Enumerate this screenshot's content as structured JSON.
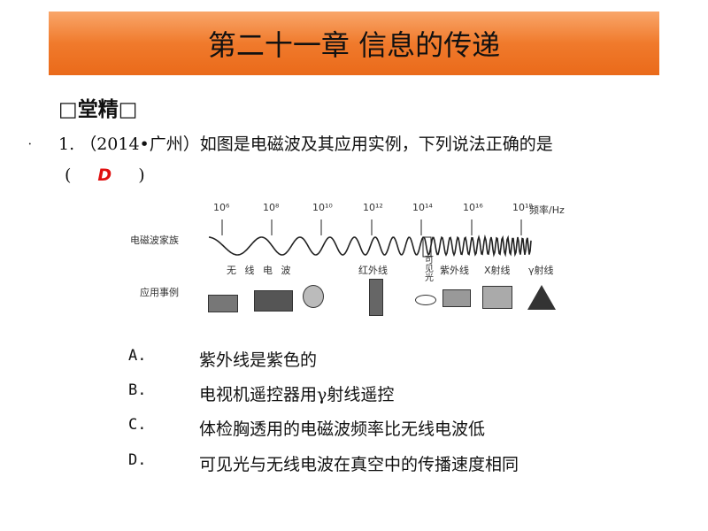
{
  "header": {
    "title": "第二十一章 信息的传递"
  },
  "section": {
    "title": "□堂精□"
  },
  "question": {
    "number": "1.",
    "text": "（2014•广州）如图是电磁波及其应用实例，下列说法正确的是",
    "paren_open": "(",
    "answer": "D",
    "paren_close": ")"
  },
  "diagram": {
    "freq_labels": [
      "10⁶",
      "10⁸",
      "10¹⁰",
      "10¹²",
      "10¹⁴",
      "10¹⁶",
      "10¹⁸"
    ],
    "freq_unit": "频率/Hz",
    "family_label": "电磁波家族",
    "apps_label": "应用事例",
    "bands": {
      "radio": "无 线 电 波",
      "infrared": "红外线",
      "visible": "可见光",
      "ultraviolet": "紫外线",
      "xray": "X射线",
      "gamma": "γ射线"
    }
  },
  "options": [
    {
      "letter": "A.",
      "text": "紫外线是紫色的"
    },
    {
      "letter": "B.",
      "text": "电视机遥控器用γ射线遥控"
    },
    {
      "letter": "C.",
      "text": "体检胸透用的电磁波频率比无线电波低"
    },
    {
      "letter": "D.",
      "text": "可见光与无线电波在真空中的传播速度相同"
    }
  ],
  "colors": {
    "banner": "#f07a2c",
    "answer": "#e01010"
  }
}
